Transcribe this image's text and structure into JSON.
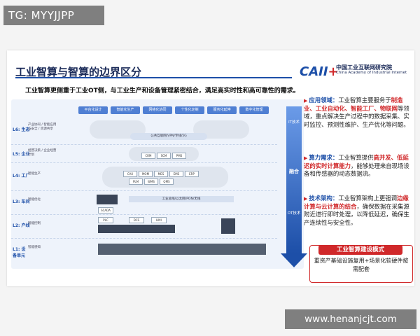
{
  "tag": "TG: MYYJJPP",
  "slide": {
    "title": "工业智算与智算的边界区分",
    "logo": {
      "mark": "CAII",
      "name_cn": "中国工业互联网研究院",
      "name_en": "China Academy of Industrial Internet"
    },
    "subtitle": "工业智算更侧重于工业OT侧，与工业生产和设备管理紧密结合，满足高实时性和高可靠性的需求。",
    "diagram": {
      "top_tabs": [
        "平台化设计",
        "智能化生产",
        "网络化协同",
        "个性化定制",
        "服务化延伸",
        "数字化管理"
      ],
      "levels": [
        {
          "id": "L6: 生态",
          "desc": "产业协同 / 智能应用与安全 / 资源共享"
        },
        {
          "id": "L5: 企业",
          "desc": "经营决策 / 企业经营计划"
        },
        {
          "id": "L4: 工厂",
          "desc": "智能生产"
        },
        {
          "id": "L3: 车间",
          "desc": "智能优化"
        },
        {
          "id": "L2: 产线",
          "desc": "智能控制"
        },
        {
          "id": "L1: 设备单元",
          "desc": "智能感知"
        }
      ],
      "network_labels": [
        "公共互联网/VPN/专线/5G",
        "工业总线/以太网/PON/无线"
      ],
      "system_chips": [
        "CRM",
        "SCM",
        "PMS",
        "CAX",
        "MOM",
        "MES",
        "EMS",
        "ERP",
        "PLM",
        "WMS",
        "QMS"
      ],
      "field_labels": [
        "SCADA",
        "PLC",
        "DCS",
        "HMI"
      ],
      "arrow": {
        "top": "IT技术",
        "middle": "融合",
        "bottom": "OT技术"
      }
    },
    "sections": [
      {
        "key": "应用领域：",
        "pre": "工业智算主要服务于",
        "hl": "制造业、工业自动化、智能工厂、物联网",
        "post": "等领域，重点解决生产过程中的数据采集、实时监控、预测性维护、生产优化等问题。"
      },
      {
        "key": "算力需求：",
        "pre": "工业智算提供",
        "hl": "高并发、低延迟的实时计算能力",
        "post": "，能够处理来自现场设备和传感器的动态数据流。"
      },
      {
        "key": "技术架构：",
        "pre": "工业智算架构上更强调",
        "hl": "边缘计算与云计算的结合",
        "post": "，确保数据在采集源附近进行即时处理，以降低延迟，确保生产连续性与安全性。"
      }
    ],
    "mode": {
      "title": "工业智算建设模式",
      "desc": "重资产基础设施复用+场景化软硬件按需配套"
    }
  },
  "site": "www.henanjcjt.com",
  "colors": {
    "accent": "#1d4fa8",
    "highlight": "#d0282a"
  }
}
